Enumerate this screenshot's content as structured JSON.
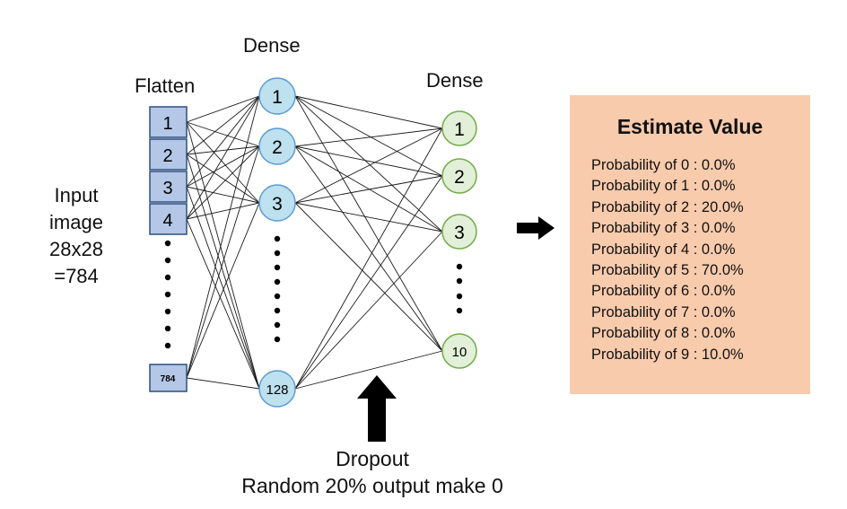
{
  "layers": {
    "flatten": {
      "title": "Flatten",
      "cells": [
        "1",
        "2",
        "3",
        "4"
      ],
      "last_cell": "784"
    },
    "dense1": {
      "title": "Dense",
      "nodes": [
        "1",
        "2",
        "3"
      ],
      "last_node": "128"
    },
    "dense2": {
      "title": "Dense",
      "nodes": [
        "1",
        "2",
        "3"
      ],
      "last_node": "10"
    }
  },
  "input_label": {
    "lines": [
      "Input",
      "image",
      "28x28",
      "=784"
    ]
  },
  "dropout_label": {
    "lines": [
      "Dropout",
      "Random 20% output make 0"
    ]
  },
  "estimate": {
    "title": "Estimate Value",
    "rows": [
      "Probability of 0 : 0.0%",
      "Probability of 1 : 0.0%",
      "Probability of 2 : 20.0%",
      "Probability of 3 : 0.0%",
      "Probability of 4 : 0.0%",
      "Probability of 5 : 70.0%",
      "Probability of 6 : 0.0%",
      "Probability of 7 : 0.0%",
      "Probability of 8 : 0.0%",
      "Probability of 9 : 10.0%"
    ]
  },
  "colors": {
    "flatten_cell": "#b4c7e7",
    "flatten_border": "#2f4f7f",
    "dense1_node": "#bde1ee",
    "dense1_border": "#5b9bd5",
    "dense2_node": "#e2efd9",
    "dense2_border": "#70ad47",
    "estimate_bg": "#f8cbad",
    "arrow": "#000000"
  }
}
